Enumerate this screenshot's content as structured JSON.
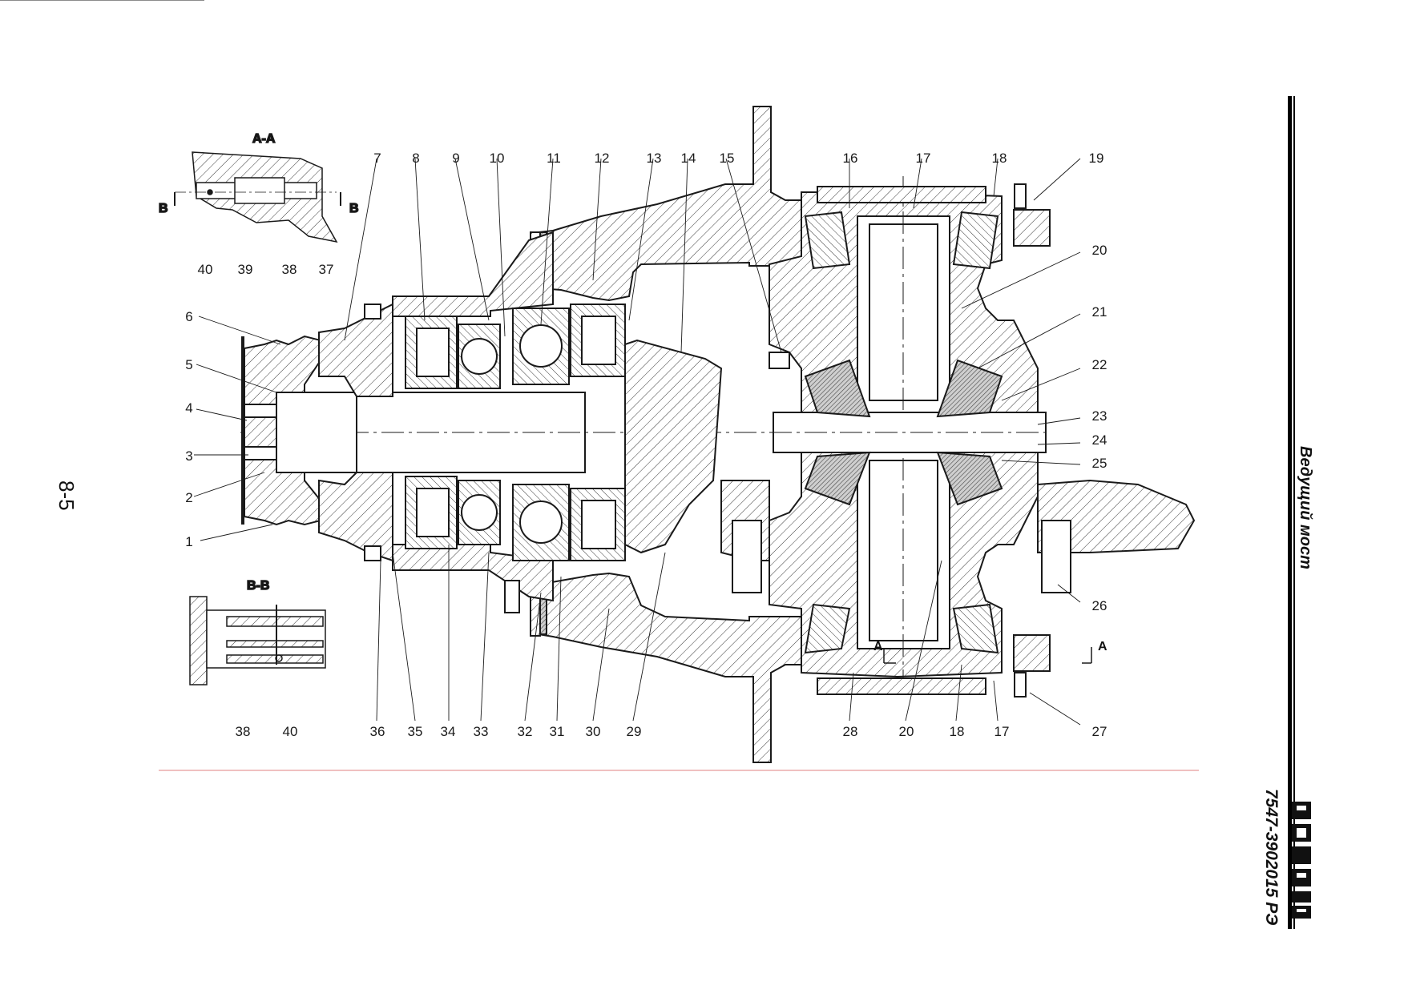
{
  "page": {
    "page_number": "8-5",
    "section_title": "Ведущий мост",
    "document_code": "7547-3902015 РЭ",
    "brand_logo_text": "БЕЛАЗ"
  },
  "drawing": {
    "section_views": {
      "aa": "А-А",
      "bb": "В-В",
      "marker_b": "В",
      "marker_a": "А"
    },
    "callouts": {
      "n1": "1",
      "n2": "2",
      "n3": "3",
      "n4": "4",
      "n5": "5",
      "n6": "6",
      "n7": "7",
      "n8": "8",
      "n9": "9",
      "n10": "10",
      "n11": "11",
      "n12": "12",
      "n13": "13",
      "n14": "14",
      "n15": "15",
      "n16": "16",
      "n17": "17",
      "n18": "18",
      "n19": "19",
      "n20": "20",
      "n21": "21",
      "n22": "22",
      "n23": "23",
      "n24": "24",
      "n25": "25",
      "n26": "26",
      "n27": "27",
      "n28": "28",
      "n29": "29",
      "n30": "30",
      "n31": "31",
      "n32": "32",
      "n33": "33",
      "n34": "34",
      "n35": "35",
      "n36": "36",
      "n37": "37",
      "n38": "38",
      "n39": "39",
      "n40": "40"
    }
  },
  "colors": {
    "line": "#1a1a1a",
    "hatch": "#3a3a3a",
    "frame_rule": "#e08080",
    "background": "#ffffff"
  }
}
